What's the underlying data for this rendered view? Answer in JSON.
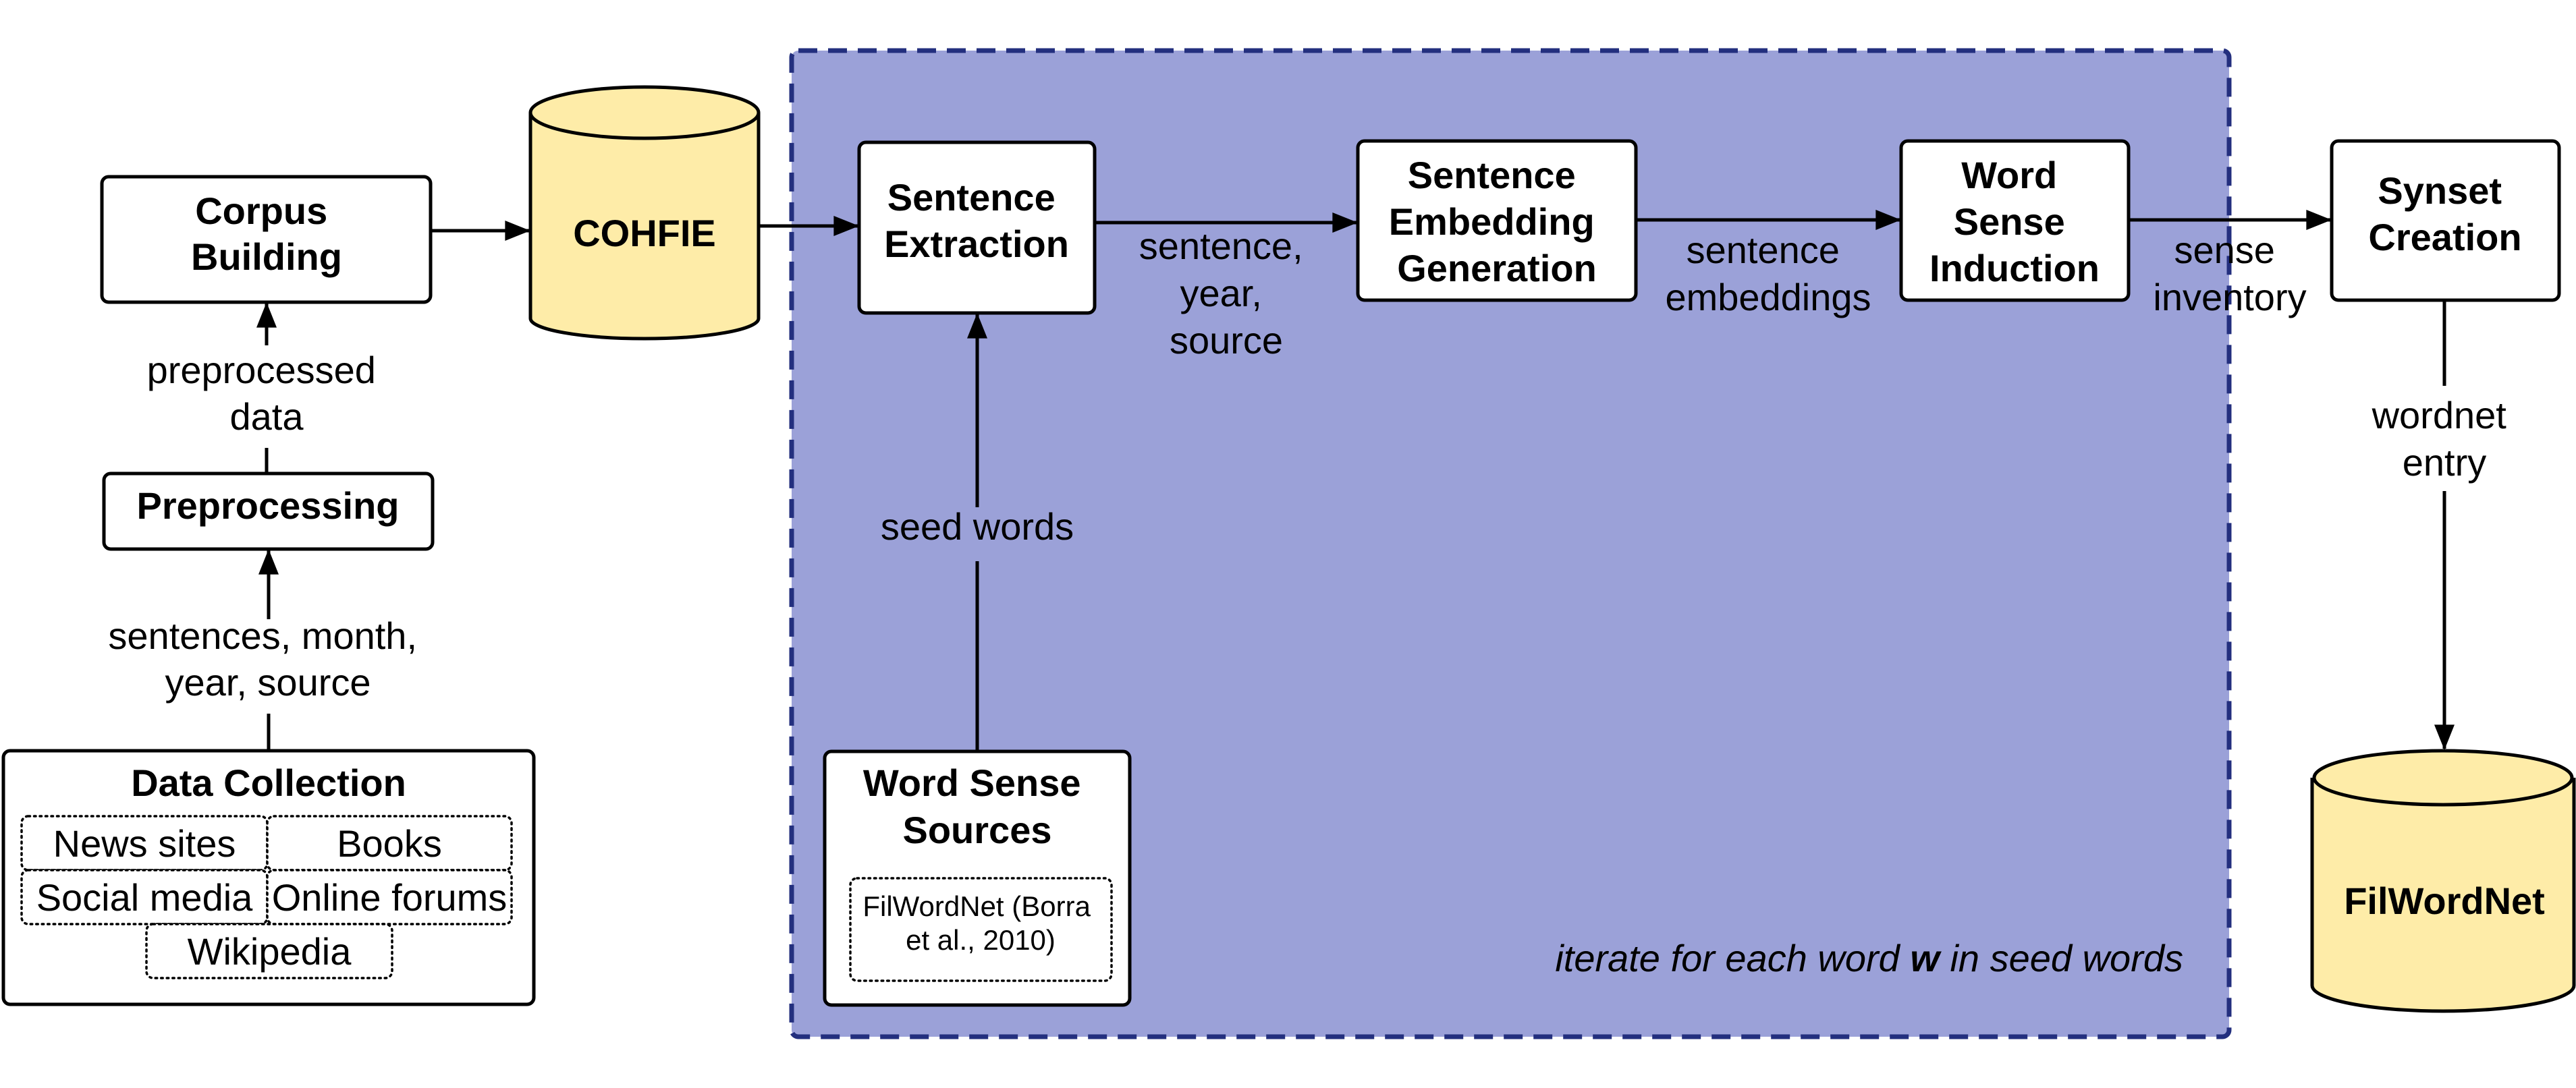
{
  "nodes": {
    "corpus_building": [
      "Corpus",
      "Building"
    ],
    "cohfie": "COHFIE",
    "preprocessing": "Preprocessing",
    "data_collection": {
      "title": "Data Collection",
      "sources": [
        "News sites",
        "Books",
        "Social media",
        "Online forums",
        "Wikipedia"
      ]
    },
    "sentence_extraction": [
      "Sentence",
      "Extraction"
    ],
    "sentence_embedding_generation": [
      "Sentence",
      "Embedding",
      "Generation"
    ],
    "word_sense_induction": [
      "Word",
      "Sense",
      "Induction"
    ],
    "synset_creation": [
      "Synset",
      "Creation"
    ],
    "filwordnet": "FilWordNet",
    "word_sense_sources": {
      "title": [
        "Word Sense",
        "Sources"
      ],
      "item": [
        "FilWordNet (Borra",
        "et al., 2010)"
      ]
    }
  },
  "edges": {
    "preprocessed_data": [
      "preprocessed",
      "data"
    ],
    "sentences_month_year_source": [
      "sentences, month,",
      "year, source"
    ],
    "seed_words": "seed words",
    "sentence_year_source": [
      "sentence,",
      "year,",
      "source"
    ],
    "sentence_embeddings": [
      "sentence",
      "embeddings"
    ],
    "sense_inventory": [
      "sense",
      "inventory"
    ],
    "wordnet_entry": [
      "wordnet",
      "entry"
    ]
  },
  "loop_note": {
    "before": "iterate for each word ",
    "variable": "w",
    "after": " in seed words"
  },
  "colors": {
    "loop_fill": "#9ba1d8",
    "loop_border": "#232f7e",
    "database_fill": "#feeca8"
  }
}
